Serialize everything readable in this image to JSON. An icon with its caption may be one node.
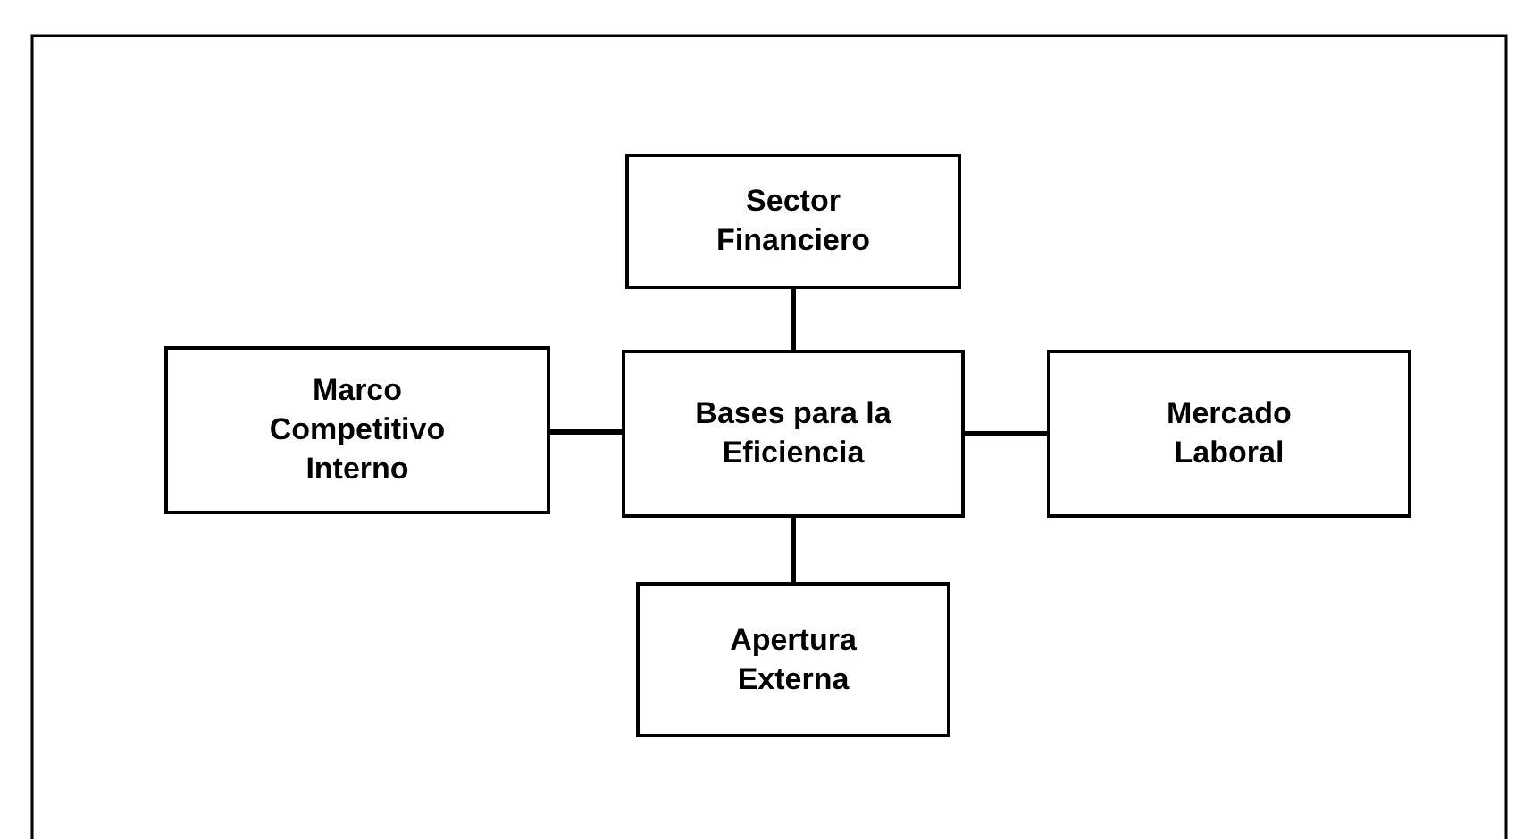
{
  "diagram": {
    "nodes": [
      {
        "text": [
          "Sector Financiero"
        ]
      },
      {
        "text": [
          "Marco Competitivo Interno"
        ]
      },
      {
        "text": [
          "Bases para la Eficiencia"
        ]
      },
      {
        "text": [
          "Mercado Laboral"
        ]
      },
      {
        "text": [
          "Apertura Externa"
        ]
      }
    ],
    "edges": [
      {
        "from": 0,
        "to": 2,
        "arrow": "none"
      },
      {
        "from": 1,
        "to": 2,
        "arrow": "none"
      },
      {
        "from": 2,
        "to": 3,
        "arrow": "none"
      },
      {
        "from": 2,
        "to": 4,
        "arrow": "none"
      }
    ]
  }
}
